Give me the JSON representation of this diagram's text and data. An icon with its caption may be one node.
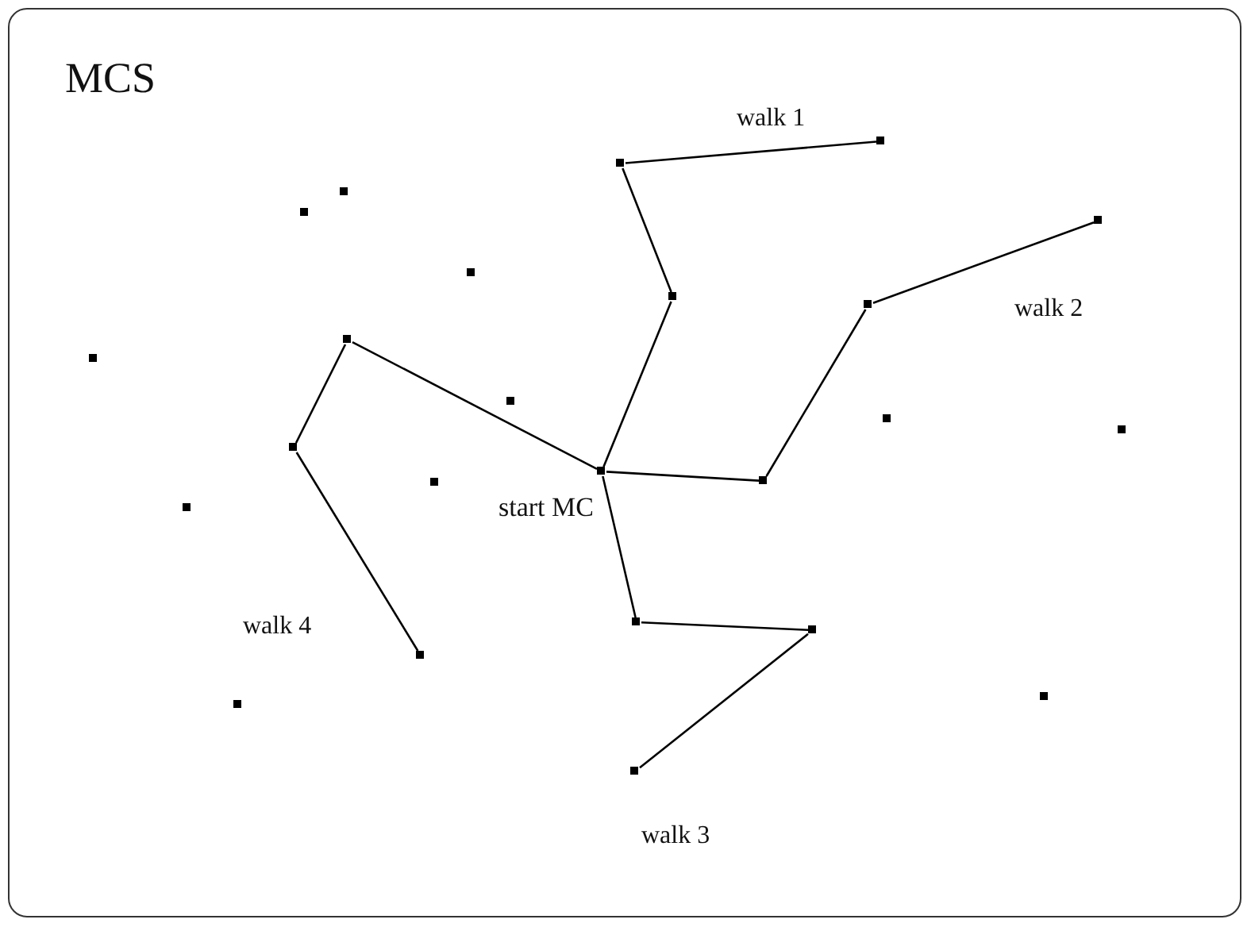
{
  "diagram": {
    "title": "MCS",
    "nodes": [
      {
        "text": [],
        "shape": "box"
      },
      {
        "text": [],
        "shape": "box"
      },
      {
        "text": [],
        "shape": "box"
      },
      {
        "text": [],
        "shape": "box"
      },
      {
        "text": [],
        "shape": "box"
      },
      {
        "text": [],
        "shape": "box"
      },
      {
        "text": [],
        "shape": "box"
      },
      {
        "text": [],
        "shape": "box"
      },
      {
        "text": [],
        "shape": "box"
      },
      {
        "text": [],
        "shape": "box"
      },
      {
        "text": [],
        "shape": "box"
      },
      {
        "text": [],
        "shape": "box",
        "beside": [
          "start MC"
        ]
      },
      {
        "text": [],
        "shape": "box"
      },
      {
        "text": [],
        "shape": "box"
      },
      {
        "text": [],
        "shape": "box"
      },
      {
        "text": [],
        "shape": "box"
      },
      {
        "text": [],
        "shape": "box"
      },
      {
        "text": [],
        "shape": "box"
      },
      {
        "text": [],
        "shape": "box"
      },
      {
        "text": [],
        "shape": "box"
      },
      {
        "text": [],
        "shape": "box"
      },
      {
        "text": [],
        "shape": "box"
      },
      {
        "text": [],
        "shape": "box"
      },
      {
        "text": [],
        "shape": "box"
      }
    ],
    "edges": [
      {
        "from": 11,
        "to": 15,
        "arrow": "none"
      },
      {
        "from": 15,
        "to": 12,
        "arrow": "none"
      },
      {
        "from": 12,
        "to": 19,
        "arrow": "none"
      },
      {
        "from": 11,
        "to": 16,
        "arrow": "none"
      },
      {
        "from": 16,
        "to": 18,
        "arrow": "none"
      },
      {
        "from": 18,
        "to": 22,
        "arrow": "none"
      },
      {
        "from": 11,
        "to": 14,
        "arrow": "none"
      },
      {
        "from": 14,
        "to": 17,
        "arrow": "none"
      },
      {
        "from": 17,
        "to": 13,
        "arrow": "none"
      },
      {
        "from": 11,
        "to": 6,
        "arrow": "none"
      },
      {
        "from": 6,
        "to": 3,
        "arrow": "none"
      },
      {
        "from": 3,
        "to": 7,
        "arrow": "none"
      }
    ],
    "labels": [
      "walk 1",
      "walk 2",
      "walk 4",
      "walk 3"
    ]
  }
}
